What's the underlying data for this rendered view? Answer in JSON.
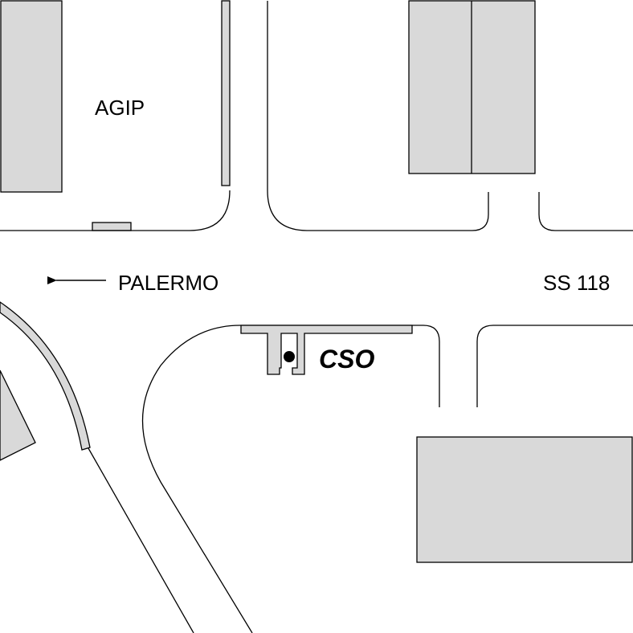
{
  "labels": {
    "agip": "AGIP",
    "direction": "PALERMO",
    "road": "SS 118",
    "station": "CSO"
  },
  "colors": {
    "building_fill": "#d9d9d9",
    "outline": "#000000",
    "background": "#ffffff"
  },
  "icons": {
    "direction_arrow": "arrow-left-icon",
    "station_marker": "station-dot-icon"
  }
}
